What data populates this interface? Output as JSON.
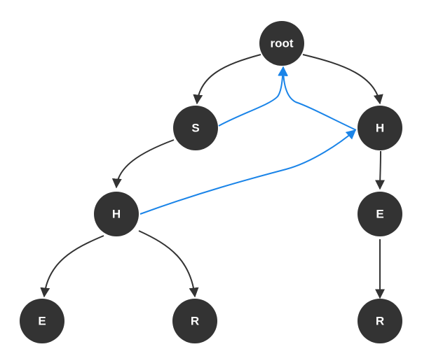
{
  "diagram": {
    "nodes": [
      {
        "id": "root",
        "label": "root"
      },
      {
        "id": "s",
        "label": "S"
      },
      {
        "id": "h_right",
        "label": "H"
      },
      {
        "id": "h_left",
        "label": "H"
      },
      {
        "id": "e_right",
        "label": "E"
      },
      {
        "id": "e_left",
        "label": "E"
      },
      {
        "id": "r_left",
        "label": "R"
      },
      {
        "id": "r_right",
        "label": "R"
      }
    ],
    "tree_edges": [
      {
        "from": "root",
        "to": "s"
      },
      {
        "from": "root",
        "to": "h_right"
      },
      {
        "from": "s",
        "to": "h_left"
      },
      {
        "from": "h_left",
        "to": "e_left"
      },
      {
        "from": "h_left",
        "to": "r_left"
      },
      {
        "from": "h_right",
        "to": "e_right"
      },
      {
        "from": "e_right",
        "to": "r_right"
      }
    ],
    "link_edges": [
      {
        "from": "s",
        "to": "root"
      },
      {
        "from": "h_right",
        "to": "root"
      },
      {
        "from": "h_left",
        "to": "h_right"
      }
    ],
    "colors": {
      "node_fill": "#333333",
      "node_text": "#ffffff",
      "tree_edge": "#333333",
      "link_edge": "#1a84e8"
    }
  }
}
